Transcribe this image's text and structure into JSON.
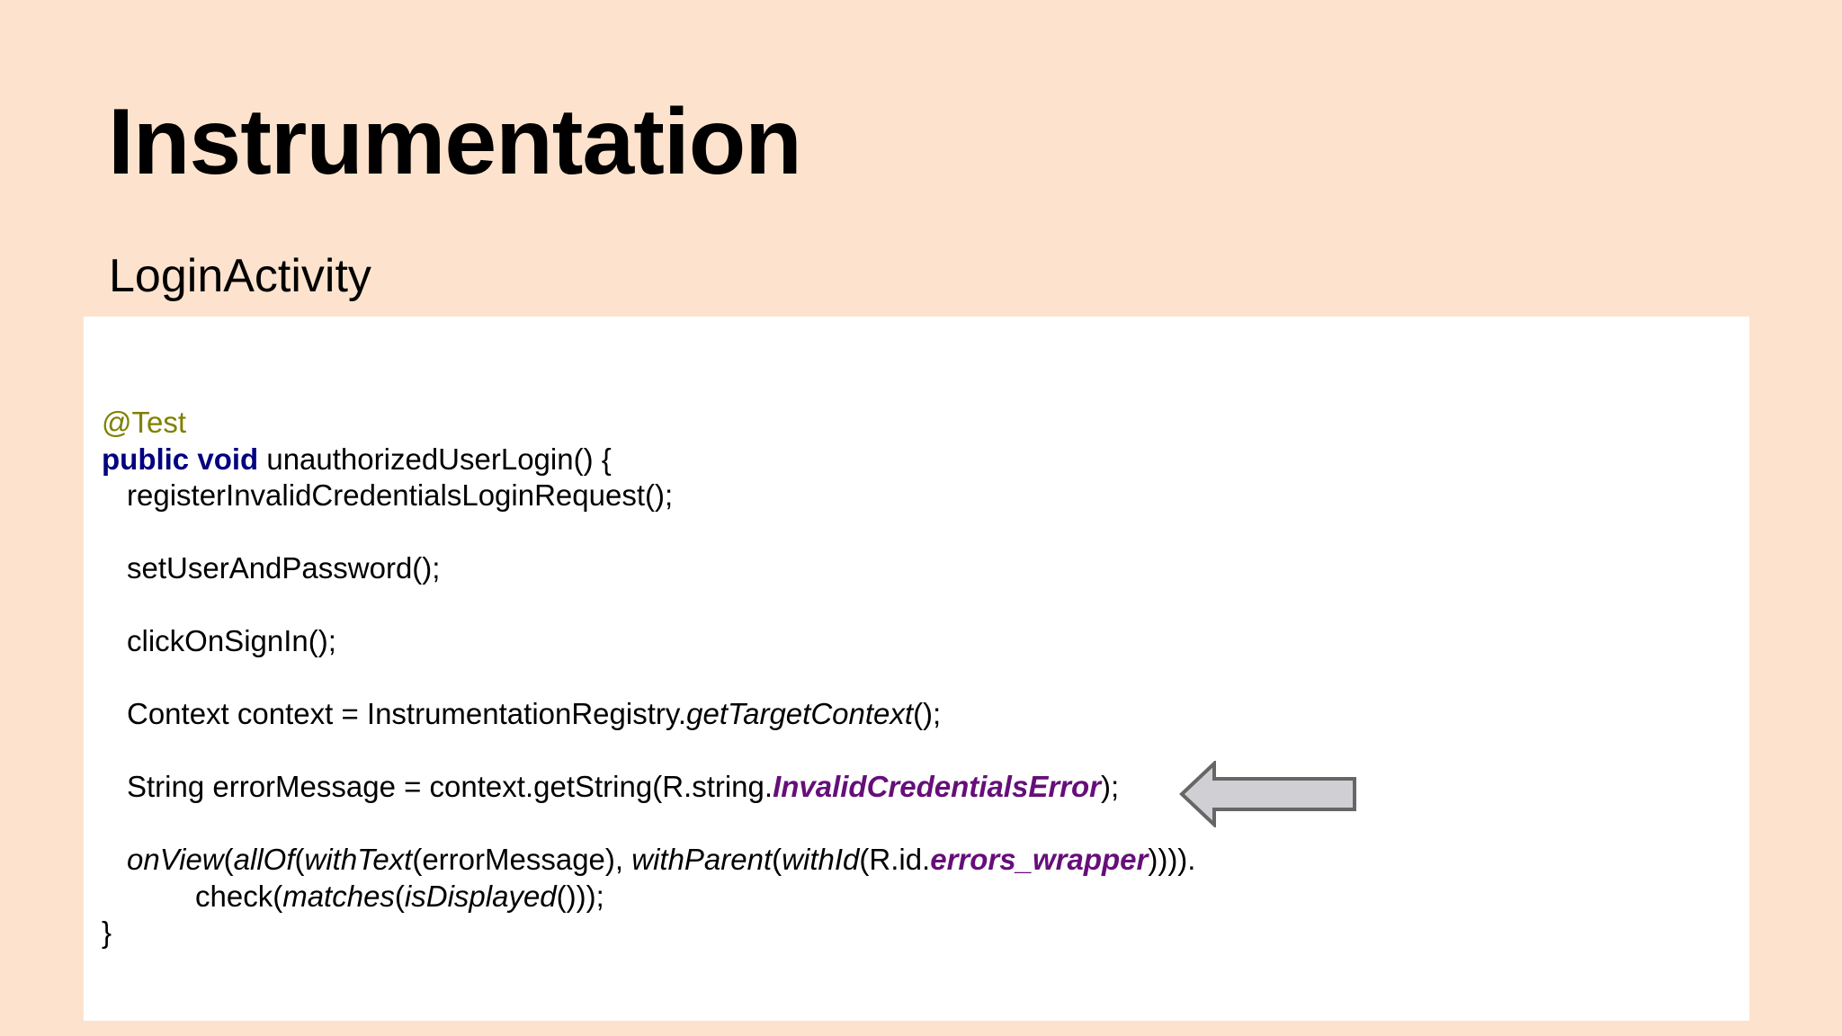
{
  "slide": {
    "title": "Instrumentation",
    "subtitle": "LoginActivity"
  },
  "code": {
    "annotation": "@Test",
    "kw_public": "public",
    "kw_void": "void",
    "method_signature": " unauthorizedUserLogin() {",
    "line_register": "registerInvalidCredentialsLoginRequest();",
    "line_set_user": "setUserAndPassword();",
    "line_click": "clickOnSignIn();",
    "context_prefix": "Context context = InstrumentationRegistry.",
    "context_call": "getTargetContext",
    "context_suffix": "();",
    "error_prefix": "String errorMessage = context.getString(R.string.",
    "error_constant": "InvalidCredentialsError",
    "error_suffix": ");",
    "onview": "onView",
    "allof": "allOf",
    "withtext": "withText",
    "errormessage_arg": "(errorMessage), ",
    "withparent": "withParent",
    "withid": "withId",
    "rid_prefix": "(R.id.",
    "errors_wrapper": "errors_wrapper",
    "onview_suffix": ")))).",
    "check_prefix": "check(",
    "matches": "matches",
    "isdisplayed": "isDisplayed",
    "check_suffix": "()));",
    "closing_brace": "}"
  },
  "colors": {
    "background": "#fde3cd",
    "panel": "#ffffff",
    "annotation": "#808000",
    "keyword": "#000080",
    "constant": "#660e7a",
    "arrow_fill": "#d0cfd4",
    "arrow_stroke": "#666666"
  },
  "icons": {
    "arrow": "left-arrow-icon"
  }
}
